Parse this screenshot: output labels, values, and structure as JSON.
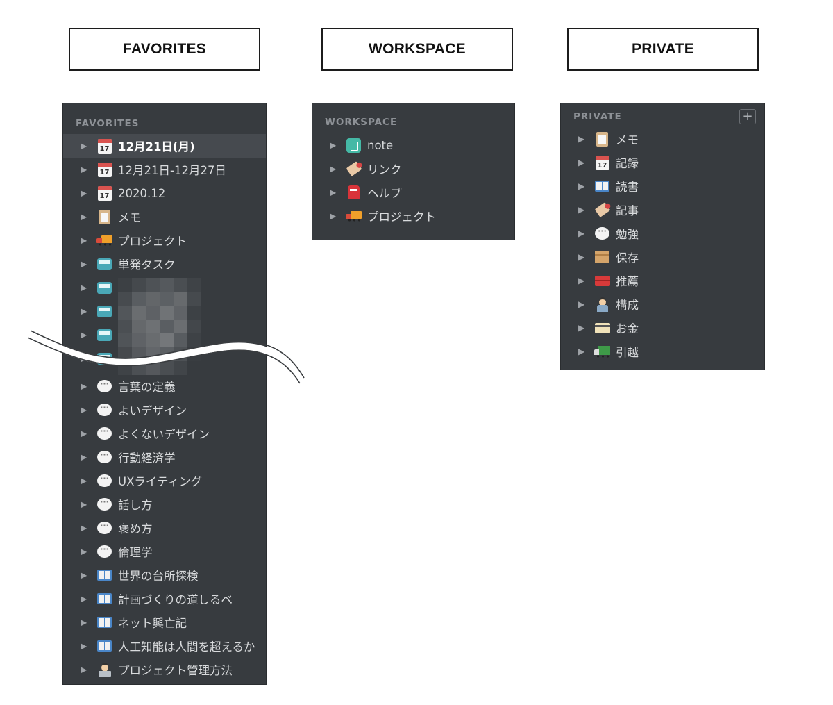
{
  "headers": {
    "favorites": "FAVORITES",
    "workspace": "WORKSPACE",
    "private": "PRIVATE"
  },
  "favorites": {
    "section_label": "FAVORITES",
    "items": [
      {
        "icon": "calendar-tearoff-icon",
        "label": "12月21日(月)",
        "active": true
      },
      {
        "icon": "calendar-icon",
        "label": "12月21日-12月27日"
      },
      {
        "icon": "calendar-icon",
        "label": "2020.12"
      },
      {
        "icon": "clipboard-icon",
        "label": "メモ"
      },
      {
        "icon": "delivery-truck-icon",
        "label": "プロジェクト"
      },
      {
        "icon": "bus-icon",
        "label": "単発タスク"
      },
      {
        "icon": "bus-icon",
        "label": ""
      },
      {
        "icon": "bus-icon",
        "label": ""
      },
      {
        "icon": "bus-icon",
        "label": ""
      },
      {
        "icon": "bus-icon",
        "label": ""
      }
    ],
    "items_lower": [
      {
        "icon": "speech-bubble-icon",
        "label": "言葉の定義"
      },
      {
        "icon": "speech-bubble-icon",
        "label": "よいデザイン"
      },
      {
        "icon": "speech-bubble-icon",
        "label": "よくないデザイン"
      },
      {
        "icon": "speech-bubble-icon",
        "label": "行動経済学"
      },
      {
        "icon": "speech-bubble-icon",
        "label": "UXライティング"
      },
      {
        "icon": "speech-bubble-icon",
        "label": "話し方"
      },
      {
        "icon": "speech-bubble-icon",
        "label": "褒め方"
      },
      {
        "icon": "speech-bubble-icon",
        "label": "倫理学"
      },
      {
        "icon": "open-book-icon",
        "label": "世界の台所探検"
      },
      {
        "icon": "open-book-icon",
        "label": "計画づくりの道しるべ"
      },
      {
        "icon": "open-book-icon",
        "label": "ネット興亡記"
      },
      {
        "icon": "open-book-icon",
        "label": "人工知能は人間を超えるか"
      },
      {
        "icon": "technologist-icon",
        "label": "プロジェクト管理方法"
      }
    ]
  },
  "workspace": {
    "section_label": "WORKSPACE",
    "items": [
      {
        "icon": "note-app-icon",
        "label": "note"
      },
      {
        "icon": "label-tag-icon",
        "label": "リンク"
      },
      {
        "icon": "postbox-icon",
        "label": "ヘルプ"
      },
      {
        "icon": "delivery-truck-icon",
        "label": "プロジェクト"
      }
    ]
  },
  "private": {
    "section_label": "PRIVATE",
    "add_button": "+",
    "items": [
      {
        "icon": "clipboard-icon",
        "label": "メモ"
      },
      {
        "icon": "calendar-icon",
        "label": "記録"
      },
      {
        "icon": "open-book-icon",
        "label": "読書"
      },
      {
        "icon": "label-tag-icon",
        "label": "記事"
      },
      {
        "icon": "speech-bubble-icon",
        "label": "勉強"
      },
      {
        "icon": "package-icon",
        "label": "保存"
      },
      {
        "icon": "toolbox-icon",
        "label": "推薦"
      },
      {
        "icon": "office-worker-icon",
        "label": "構成"
      },
      {
        "icon": "credit-card-icon",
        "label": "お金"
      },
      {
        "icon": "moving-truck-icon",
        "label": "引越"
      }
    ]
  },
  "caret": "▶",
  "calendar_day": "17",
  "colors": {
    "panel_bg": "#373b3f",
    "active_row_bg": "#464a4f",
    "text": "#d9dbdd",
    "section_label": "#8d9196"
  }
}
